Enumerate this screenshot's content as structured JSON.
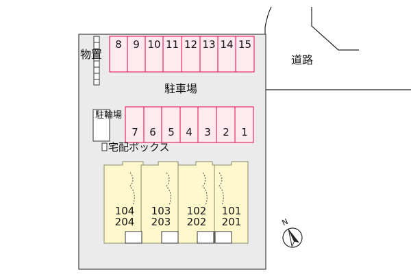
{
  "map": {
    "road_label": "道路",
    "parking_label": "駐車場",
    "storage_label": "物置",
    "bike_parking_label": "駐輪場",
    "delivery_box_label": "宅配ボックス",
    "north_label": "N",
    "parking_top": [
      "8",
      "9",
      "10",
      "11",
      "12",
      "13",
      "14",
      "15"
    ],
    "parking_bottom": [
      "7",
      "6",
      "5",
      "4",
      "3",
      "2",
      "1"
    ],
    "units": [
      {
        "ground": "104",
        "upper": "204"
      },
      {
        "ground": "103",
        "upper": "203"
      },
      {
        "ground": "102",
        "upper": "202"
      },
      {
        "ground": "101",
        "upper": "201"
      }
    ]
  },
  "colors": {
    "lot": "#ebebeb",
    "parking_fill": "#ffeaf0",
    "parking_stroke": "#e0004a",
    "building_fill": "#fff8cc",
    "building_stroke": "#8a8a6a",
    "line": "#222222"
  }
}
